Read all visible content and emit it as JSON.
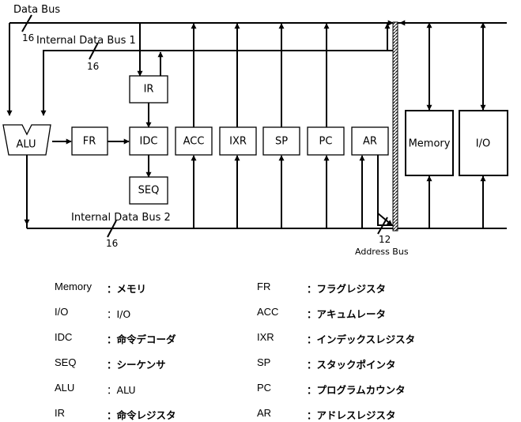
{
  "diagram": {
    "labels": {
      "data_bus": "Data Bus",
      "internal_data_bus_1": "Internal Data Bus 1",
      "internal_data_bus_2": "Internal Data Bus 2",
      "address_bus": "Address Bus",
      "width_16_a": "16",
      "width_16_b": "16",
      "width_16_c": "16",
      "width_12": "12"
    },
    "blocks": {
      "alu": "ALU",
      "fr": "FR",
      "ir": "IR",
      "idc": "IDC",
      "seq": "SEQ",
      "acc": "ACC",
      "ixr": "IXR",
      "sp": "SP",
      "pc": "PC",
      "ar": "AR",
      "memory": "Memory",
      "io": "I/O"
    }
  },
  "legend": {
    "items": [
      {
        "name": "Memory",
        "desc": "：メモリ"
      },
      {
        "name": "I/O",
        "desc": "：I/O"
      },
      {
        "name": "IDC",
        "desc": "：命令デコーダ"
      },
      {
        "name": "SEQ",
        "desc": "：シーケンサ"
      },
      {
        "name": "ALU",
        "desc": "：ALU"
      },
      {
        "name": "IR",
        "desc": "：命令レジスタ"
      },
      {
        "name": "FR",
        "desc": "：フラグレジスタ"
      },
      {
        "name": "ACC",
        "desc": "：アキュムレータ"
      },
      {
        "name": "IXR",
        "desc": "：インデックスレジスタ"
      },
      {
        "name": "SP",
        "desc": "：スタックポインタ"
      },
      {
        "name": "PC",
        "desc": "：プログラムカウンタ"
      },
      {
        "name": "AR",
        "desc": "：アドレスレジスタ"
      }
    ]
  }
}
